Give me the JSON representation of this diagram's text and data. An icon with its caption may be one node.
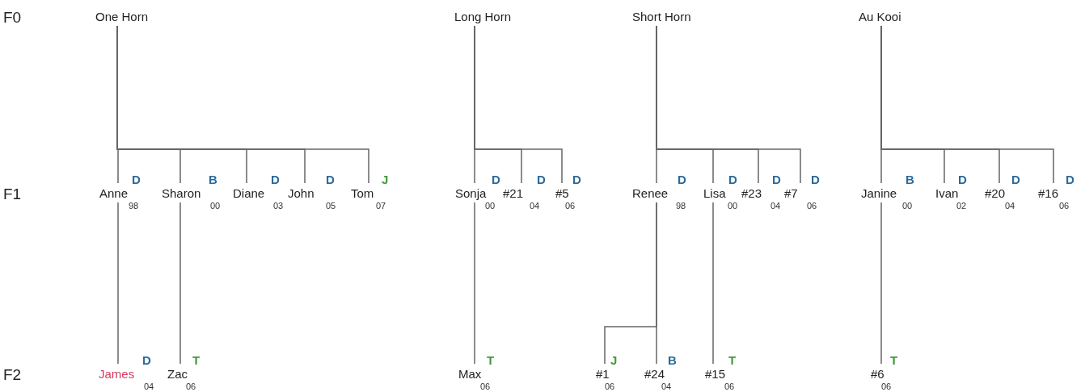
{
  "diagram": {
    "nodes": [
      {
        "text": [
          "One Horn"
        ]
      },
      {
        "text": [
          "Anne"
        ],
        "beside": [
          "D",
          "98"
        ]
      },
      {
        "text": [
          "Sharon"
        ],
        "beside": [
          "B",
          "00"
        ]
      },
      {
        "text": [
          "Diane"
        ],
        "beside": [
          "D",
          "03"
        ]
      },
      {
        "text": [
          "John"
        ],
        "beside": [
          "D",
          "05"
        ]
      },
      {
        "text": [
          "Tom"
        ],
        "beside": [
          "J",
          "07"
        ]
      },
      {
        "text": [
          "Long Horn"
        ]
      },
      {
        "text": [
          "Sonja"
        ],
        "beside": [
          "D",
          "00"
        ]
      },
      {
        "text": [
          "#21"
        ],
        "beside": [
          "D",
          "04"
        ]
      },
      {
        "text": [
          "#5"
        ],
        "beside": [
          "D",
          "06"
        ]
      },
      {
        "text": [
          "Short Horn"
        ]
      },
      {
        "text": [
          "Renee"
        ],
        "beside": [
          "D",
          "98"
        ]
      },
      {
        "text": [
          "Lisa"
        ],
        "beside": [
          "D",
          "00"
        ]
      },
      {
        "text": [
          "#23"
        ],
        "beside": [
          "D",
          "04"
        ]
      },
      {
        "text": [
          "#7"
        ],
        "beside": [
          "D",
          "06"
        ]
      },
      {
        "text": [
          "Au Kooi"
        ]
      },
      {
        "text": [
          "Janine"
        ],
        "beside": [
          "B",
          "00"
        ]
      },
      {
        "text": [
          "Ivan"
        ],
        "beside": [
          "D",
          "02"
        ]
      },
      {
        "text": [
          "#20"
        ],
        "beside": [
          "D",
          "04"
        ]
      },
      {
        "text": [
          "#16"
        ],
        "beside": [
          "D",
          "06"
        ]
      },
      {
        "text": [
          "James"
        ],
        "beside": [
          "D",
          "04"
        ]
      },
      {
        "text": [
          "Zac"
        ],
        "beside": [
          "T",
          "06"
        ]
      },
      {
        "text": [
          "Max"
        ],
        "beside": [
          "T",
          "06"
        ]
      },
      {
        "text": [
          "#1"
        ],
        "beside": [
          "J",
          "06"
        ]
      },
      {
        "text": [
          "#24"
        ],
        "beside": [
          "B",
          "04"
        ]
      },
      {
        "text": [
          "#15"
        ],
        "beside": [
          "T",
          "06"
        ]
      },
      {
        "text": [
          "#6"
        ],
        "beside": [
          "T",
          "06"
        ]
      }
    ],
    "edges": [
      {
        "from": 0,
        "to": 1,
        "arrow": "none"
      },
      {
        "from": 0,
        "to": 2,
        "arrow": "none"
      },
      {
        "from": 0,
        "to": 3,
        "arrow": "none"
      },
      {
        "from": 0,
        "to": 4,
        "arrow": "none"
      },
      {
        "from": 0,
        "to": 5,
        "arrow": "none"
      },
      {
        "from": 6,
        "to": 7,
        "arrow": "none"
      },
      {
        "from": 6,
        "to": 8,
        "arrow": "none"
      },
      {
        "from": 6,
        "to": 9,
        "arrow": "none"
      },
      {
        "from": 10,
        "to": 11,
        "arrow": "none"
      },
      {
        "from": 10,
        "to": 12,
        "arrow": "none"
      },
      {
        "from": 10,
        "to": 13,
        "arrow": "none"
      },
      {
        "from": 10,
        "to": 14,
        "arrow": "none"
      },
      {
        "from": 15,
        "to": 16,
        "arrow": "none"
      },
      {
        "from": 15,
        "to": 17,
        "arrow": "none"
      },
      {
        "from": 15,
        "to": 18,
        "arrow": "none"
      },
      {
        "from": 15,
        "to": 19,
        "arrow": "none"
      },
      {
        "from": 1,
        "to": 20,
        "arrow": "none"
      },
      {
        "from": 2,
        "to": 21,
        "arrow": "none"
      },
      {
        "from": 7,
        "to": 22,
        "arrow": "none"
      },
      {
        "from": 11,
        "to": 23,
        "arrow": "none"
      },
      {
        "from": 11,
        "to": 24,
        "arrow": "none"
      },
      {
        "from": 12,
        "to": 25,
        "arrow": "none"
      },
      {
        "from": 16,
        "to": 26,
        "arrow": "none"
      }
    ],
    "labels": [
      "F0",
      "F1",
      "F2"
    ]
  }
}
